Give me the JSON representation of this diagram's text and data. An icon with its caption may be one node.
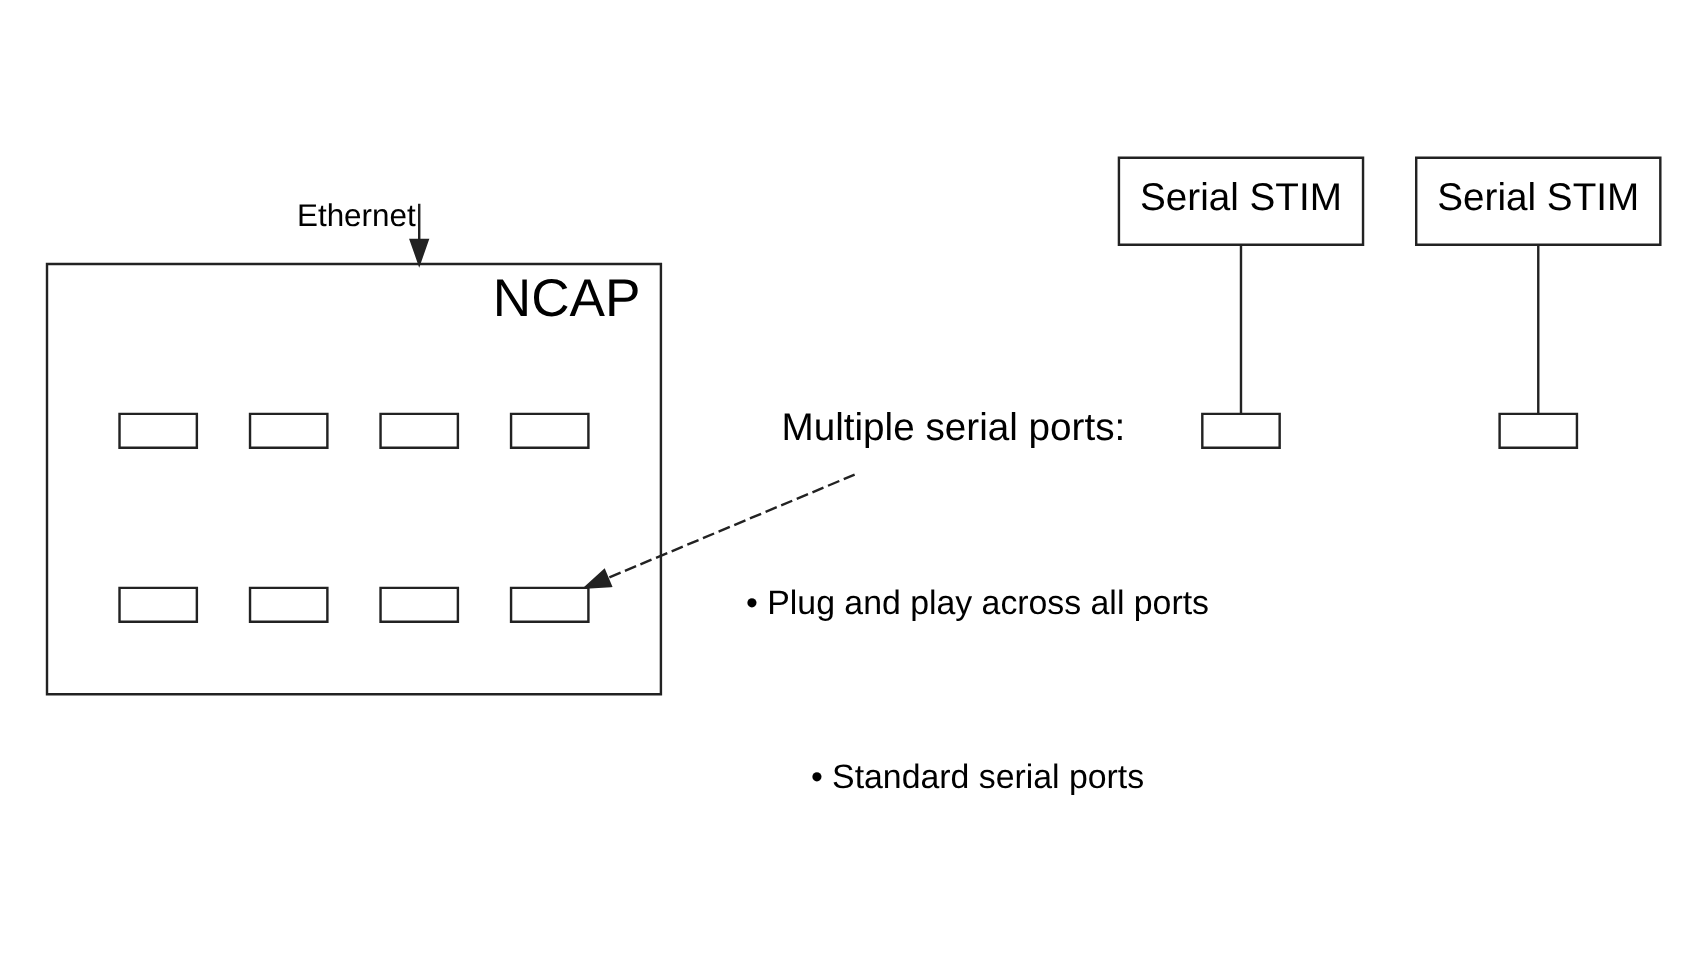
{
  "diagram": {
    "nodes": [
      {
        "text": [
          "NCAP"
        ]
      },
      {
        "text": [],
        "shape": "box",
        "in": 0
      },
      {
        "text": [],
        "shape": "box",
        "in": 0
      },
      {
        "text": [],
        "shape": "box",
        "in": 0
      },
      {
        "text": [],
        "shape": "box",
        "in": 0
      },
      {
        "text": [],
        "shape": "box",
        "in": 0
      },
      {
        "text": [],
        "shape": "box",
        "in": 0
      },
      {
        "text": [],
        "shape": "box",
        "in": 0
      },
      {
        "text": [],
        "shape": "box",
        "in": 0
      },
      {
        "text": [
          "Serial STIM"
        ]
      },
      {
        "text": [],
        "shape": "box"
      },
      {
        "text": [
          "Serial STIM"
        ]
      },
      {
        "text": [],
        "shape": "box"
      },
      {
        "text": [
          "Multiple serial ports:"
        ]
      }
    ],
    "edges": [
      {
        "from": null,
        "to": 0,
        "arrow": "to",
        "label": "Ethernet"
      },
      {
        "from": 9,
        "to": 10,
        "arrow": "none"
      },
      {
        "from": 11,
        "to": 12,
        "arrow": "none"
      },
      {
        "from": 13,
        "to": 6,
        "arrow": "to",
        "style": "dashed"
      }
    ],
    "labels": [
      "• Plug and play across all ports",
      "• Standard serial ports"
    ]
  }
}
